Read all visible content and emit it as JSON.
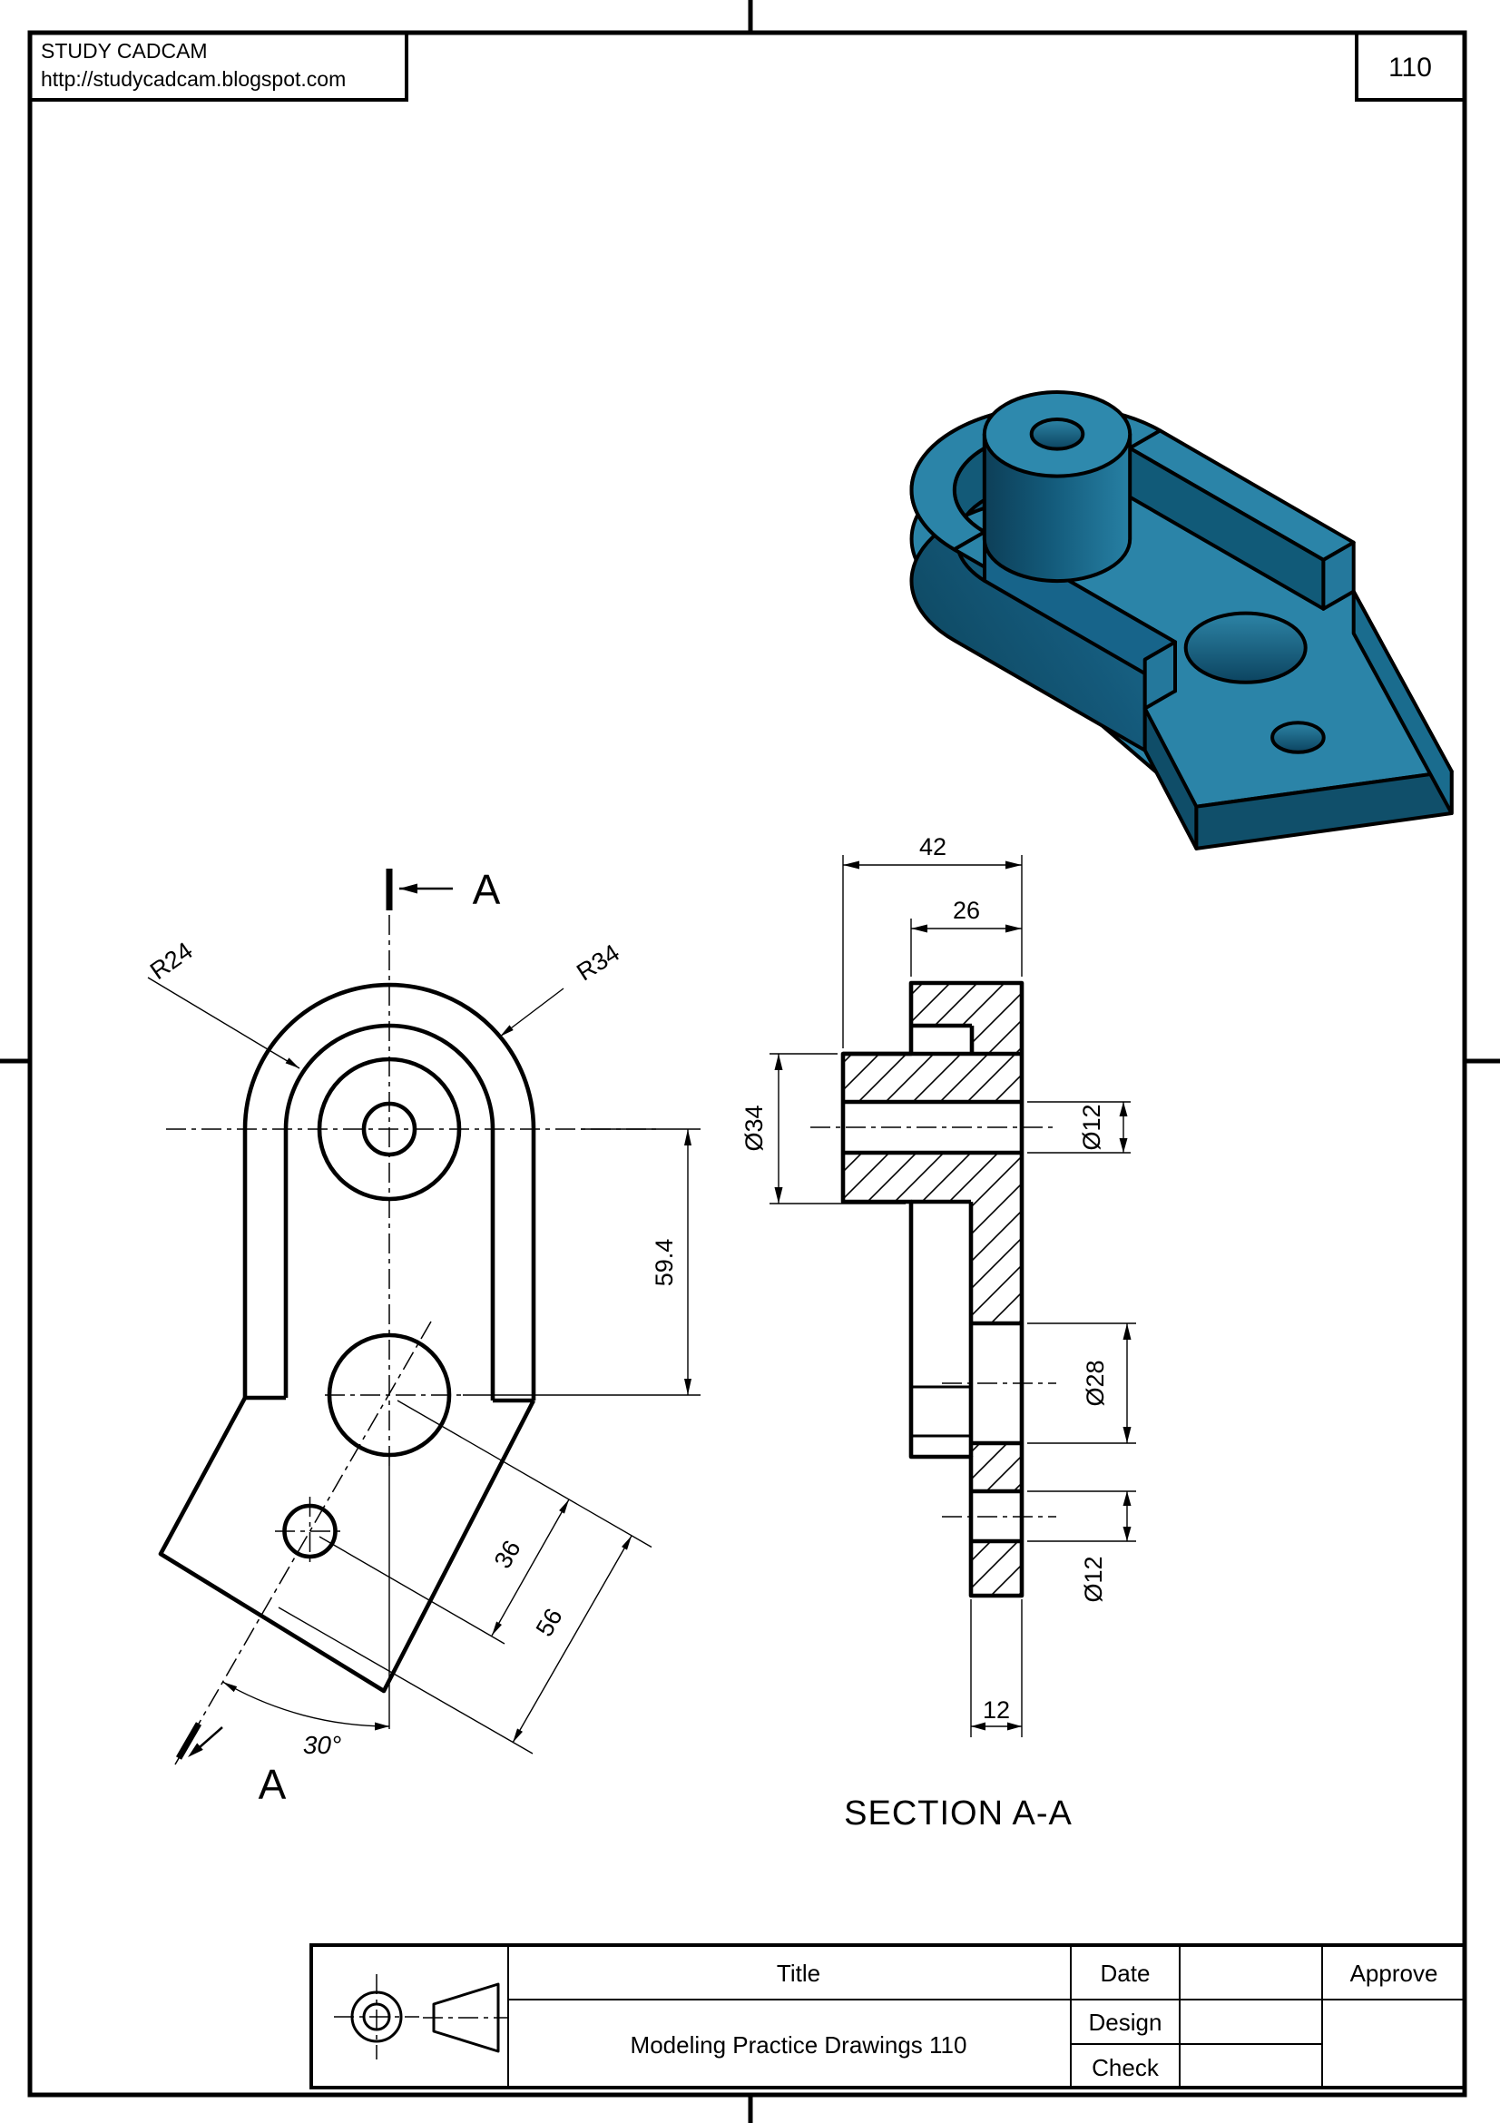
{
  "page": {
    "sheet_number": "110"
  },
  "header": {
    "company": "STUDY CADCAM",
    "url": "http://studycadcam.blogspot.com"
  },
  "front_view": {
    "r24": "R24",
    "r34": "R34",
    "height": "59.4",
    "hole_span": "36",
    "tail_span": "56",
    "angle": "30°",
    "section_top": "A",
    "section_bottom": "A"
  },
  "section_view": {
    "width": "42",
    "boss_width": "26",
    "dia_boss": "Ø34",
    "dia_boss_hole": "Ø12",
    "dia_big_hole": "Ø28",
    "dia_small_hole": "Ø12",
    "plate_thickness": "12",
    "caption": "SECTION A-A"
  },
  "title_block": {
    "title_label": "Title",
    "title_value": "Modeling Practice Drawings 110",
    "date_label": "Date",
    "design_label": "Design",
    "check_label": "Check",
    "approve_label": "Approve"
  },
  "colors": {
    "part_top": "#2b84a8",
    "part_mid": "#1c7294",
    "part_dark": "#0f4d68",
    "part_inner": "#135a78",
    "outline": "#000000",
    "paper": "#ffffff"
  }
}
